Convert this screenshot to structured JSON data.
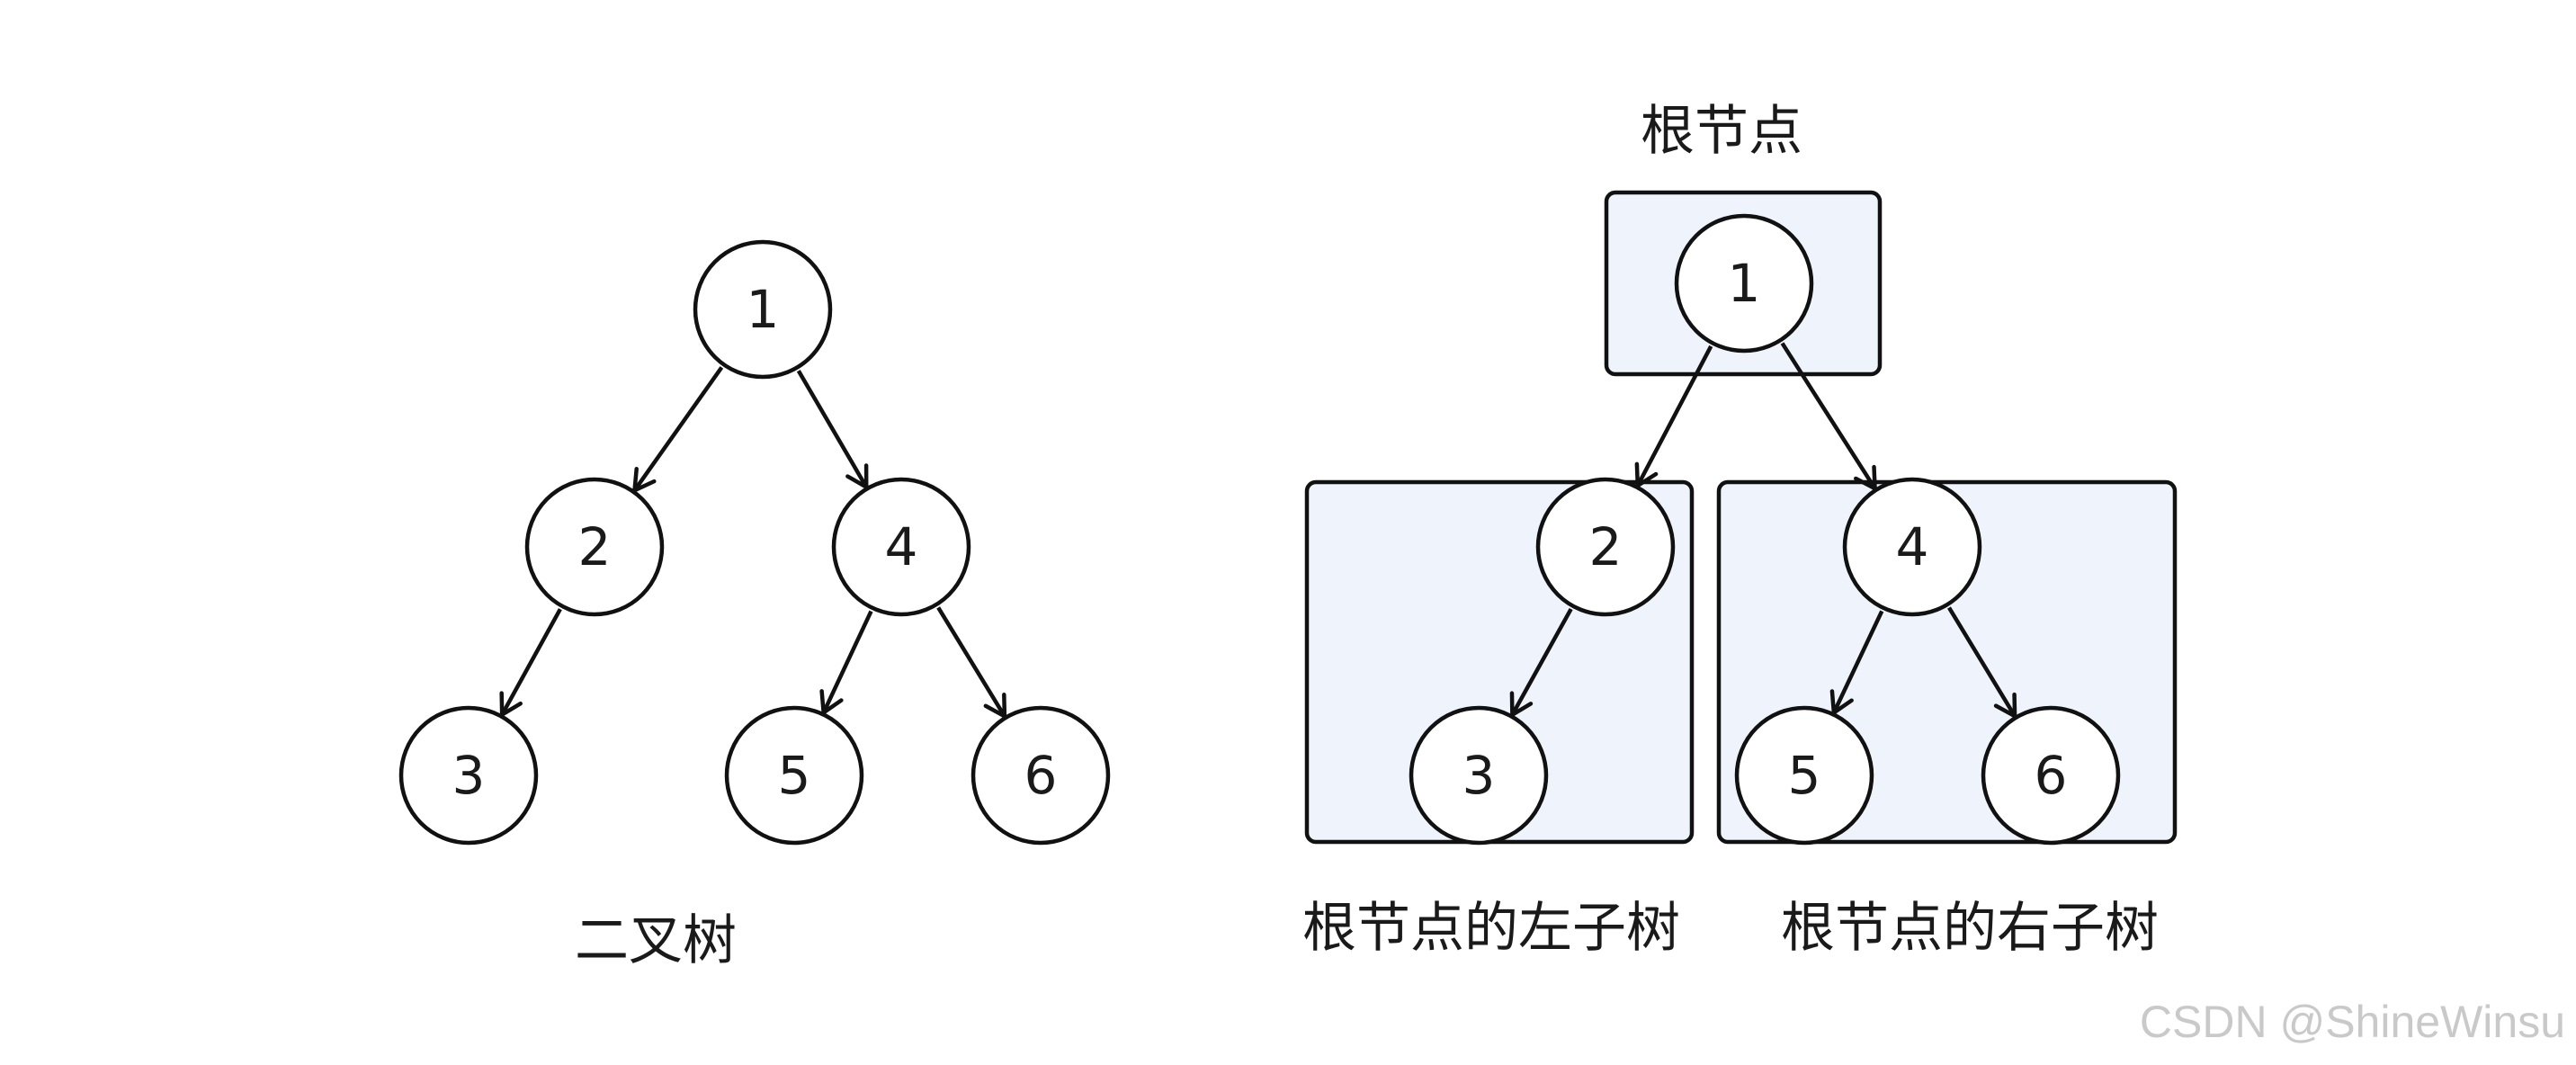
{
  "colors": {
    "stroke": "#111111",
    "node_fill": "#ffffff",
    "box_fill": "#eef3fc",
    "text": "#1a1a1a",
    "watermark": "#c9c9c9"
  },
  "left_diagram": {
    "caption": "二叉树",
    "nodes": [
      "1",
      "2",
      "4",
      "3",
      "5",
      "6"
    ],
    "edges": [
      [
        "1",
        "2"
      ],
      [
        "1",
        "4"
      ],
      [
        "2",
        "3"
      ],
      [
        "4",
        "5"
      ],
      [
        "4",
        "6"
      ]
    ]
  },
  "right_diagram": {
    "root_caption": "根节点",
    "left_subtree_caption": "根节点的左子树",
    "right_subtree_caption": "根节点的右子树",
    "nodes": [
      "1",
      "2",
      "4",
      "3",
      "5",
      "6"
    ],
    "edges": [
      [
        "1",
        "2"
      ],
      [
        "1",
        "4"
      ],
      [
        "2",
        "3"
      ],
      [
        "4",
        "5"
      ],
      [
        "4",
        "6"
      ]
    ]
  },
  "watermark": "CSDN @ShineWinsu"
}
